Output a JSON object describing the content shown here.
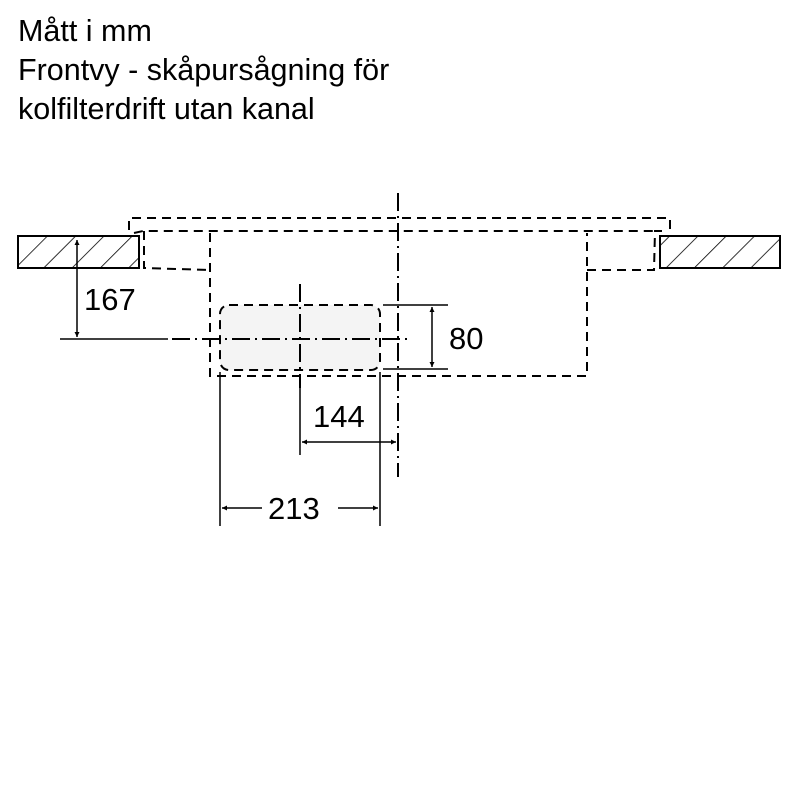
{
  "title": {
    "line1": "Mått i mm",
    "line2": "Frontvy - skåpursågning för",
    "line3": "kolfilterdrift utan kanal"
  },
  "drawing": {
    "view": "front",
    "unit": "mm",
    "colors": {
      "line": "#000000",
      "filter_fill": "#f4f4f4",
      "background": "#ffffff"
    },
    "elements": [
      {
        "name": "left-countertop",
        "type": "hatched-section"
      },
      {
        "name": "right-countertop",
        "type": "hatched-section"
      },
      {
        "name": "cabinet-outline",
        "type": "dashed-outline"
      },
      {
        "name": "filter-box",
        "type": "rounded-dashed-box"
      },
      {
        "name": "centerlines",
        "type": "dash-dot"
      }
    ],
    "dimensions": {
      "depth_below_top": "167",
      "filter_height": "80",
      "filter_center_offset": "144",
      "filter_width": "213"
    }
  }
}
